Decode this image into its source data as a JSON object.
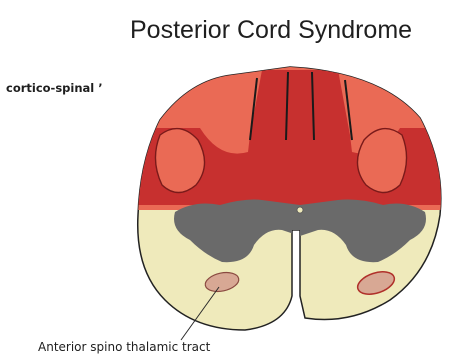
{
  "title": "Posterior Cord Syndrome",
  "labels": {
    "top_left": "cortico-spinal ’",
    "bottom": "Anterior spino thalamic tract"
  },
  "colors": {
    "lesion_outer": "#ea6a55",
    "lesion_inner": "#c7302f",
    "white_matter": "#efeabb",
    "gray_matter": "#6a6a6a",
    "tract_ellipse": "#d8a894",
    "outline": "#222222"
  }
}
